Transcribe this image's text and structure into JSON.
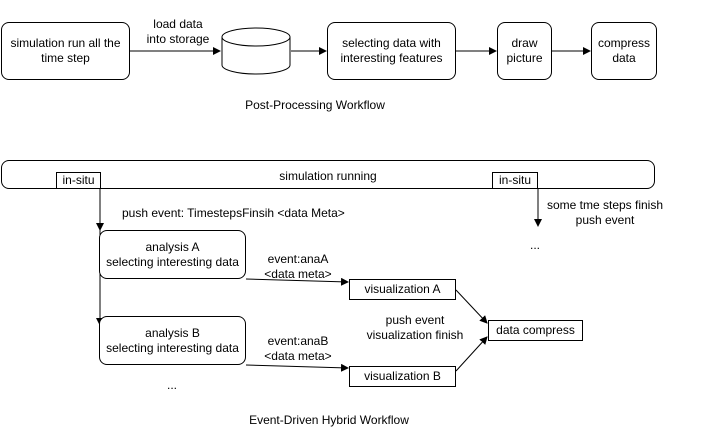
{
  "post_processing": {
    "nodes": {
      "simulation_run": "simulation run all the\ntime step",
      "storage": "",
      "selecting": "selecting data with\ninteresting features",
      "draw": "draw\npicture",
      "compress": "compress\ndata"
    },
    "edge_labels": {
      "load_data": "load data\ninto storage"
    },
    "caption": "Post-Processing Workflow"
  },
  "event_driven": {
    "simulation_bar": "simulation running",
    "insitu_left": "in-situ",
    "insitu_right": "in-situ",
    "push_event_label": "push event: TimestepsFinsih <data Meta>",
    "right_note": "some tme steps finish\npush event",
    "right_ellipsis": "...",
    "analysis_a": "analysis A\nselecting interesting data",
    "analysis_b": "analysis B\nselecting interesting data",
    "event_ana_a": "event:anaA\n<data meta>",
    "event_ana_b": "event:anaB\n<data meta>",
    "vis_a": "visualization A",
    "vis_b": "visualization B",
    "push_vis_finish": "push event\nvisualization finish",
    "data_compress": "data compress",
    "bottom_ellipsis": "...",
    "caption": "Event-Driven Hybrid Workflow"
  }
}
